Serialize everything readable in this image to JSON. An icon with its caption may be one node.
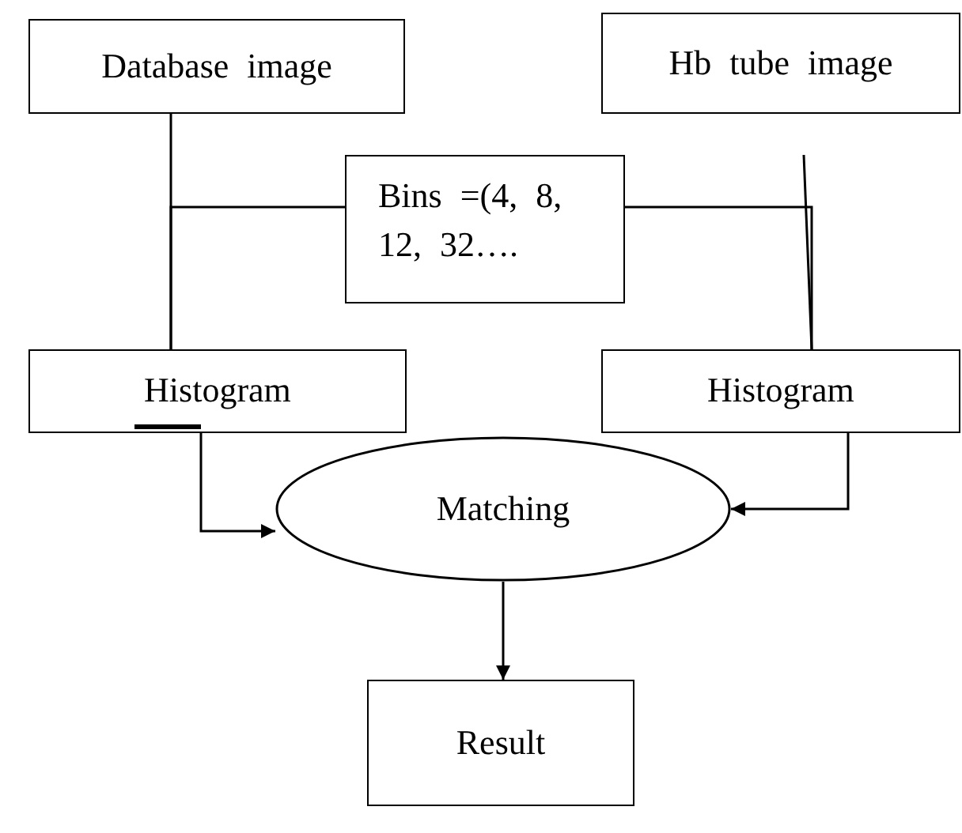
{
  "diagram": {
    "nodes": [
      {
        "text": [
          "Database image"
        ]
      },
      {
        "text": [
          "Hb tube image"
        ]
      },
      {
        "text": [
          "Bins =(4, 8, 12, 32…."
        ]
      },
      {
        "text": [
          "Histogram"
        ]
      },
      {
        "text": [
          "Histogram"
        ]
      },
      {
        "text": [
          "Matching"
        ]
      },
      {
        "text": [
          "Result"
        ]
      }
    ],
    "edges": [
      {
        "from": 0,
        "to": 3,
        "arrow": "none"
      },
      {
        "from": 1,
        "to": 4,
        "arrow": "none"
      },
      {
        "from": 2,
        "to": 3,
        "arrow": "none"
      },
      {
        "from": 2,
        "to": 4,
        "arrow": "none"
      },
      {
        "from": 3,
        "to": 5,
        "arrow": "to"
      },
      {
        "from": 4,
        "to": 5,
        "arrow": "to"
      },
      {
        "from": 5,
        "to": 6,
        "arrow": "to"
      }
    ]
  }
}
